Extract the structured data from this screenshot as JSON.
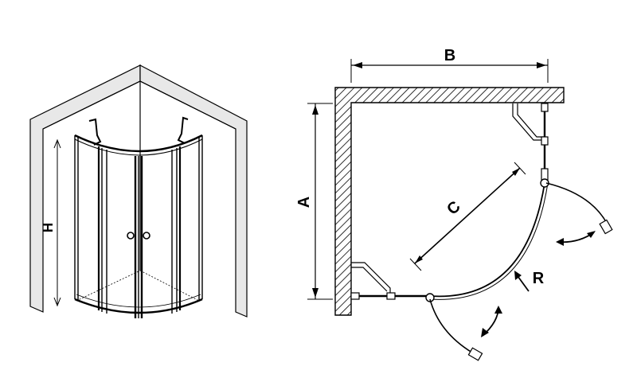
{
  "labels": {
    "height": "H",
    "a": "A",
    "b": "B",
    "c": "C",
    "r": "R"
  },
  "colors": {
    "stroke": "#000000",
    "wall": "#e6e6e6",
    "glass": "#ffffff",
    "background": "#ffffff"
  }
}
